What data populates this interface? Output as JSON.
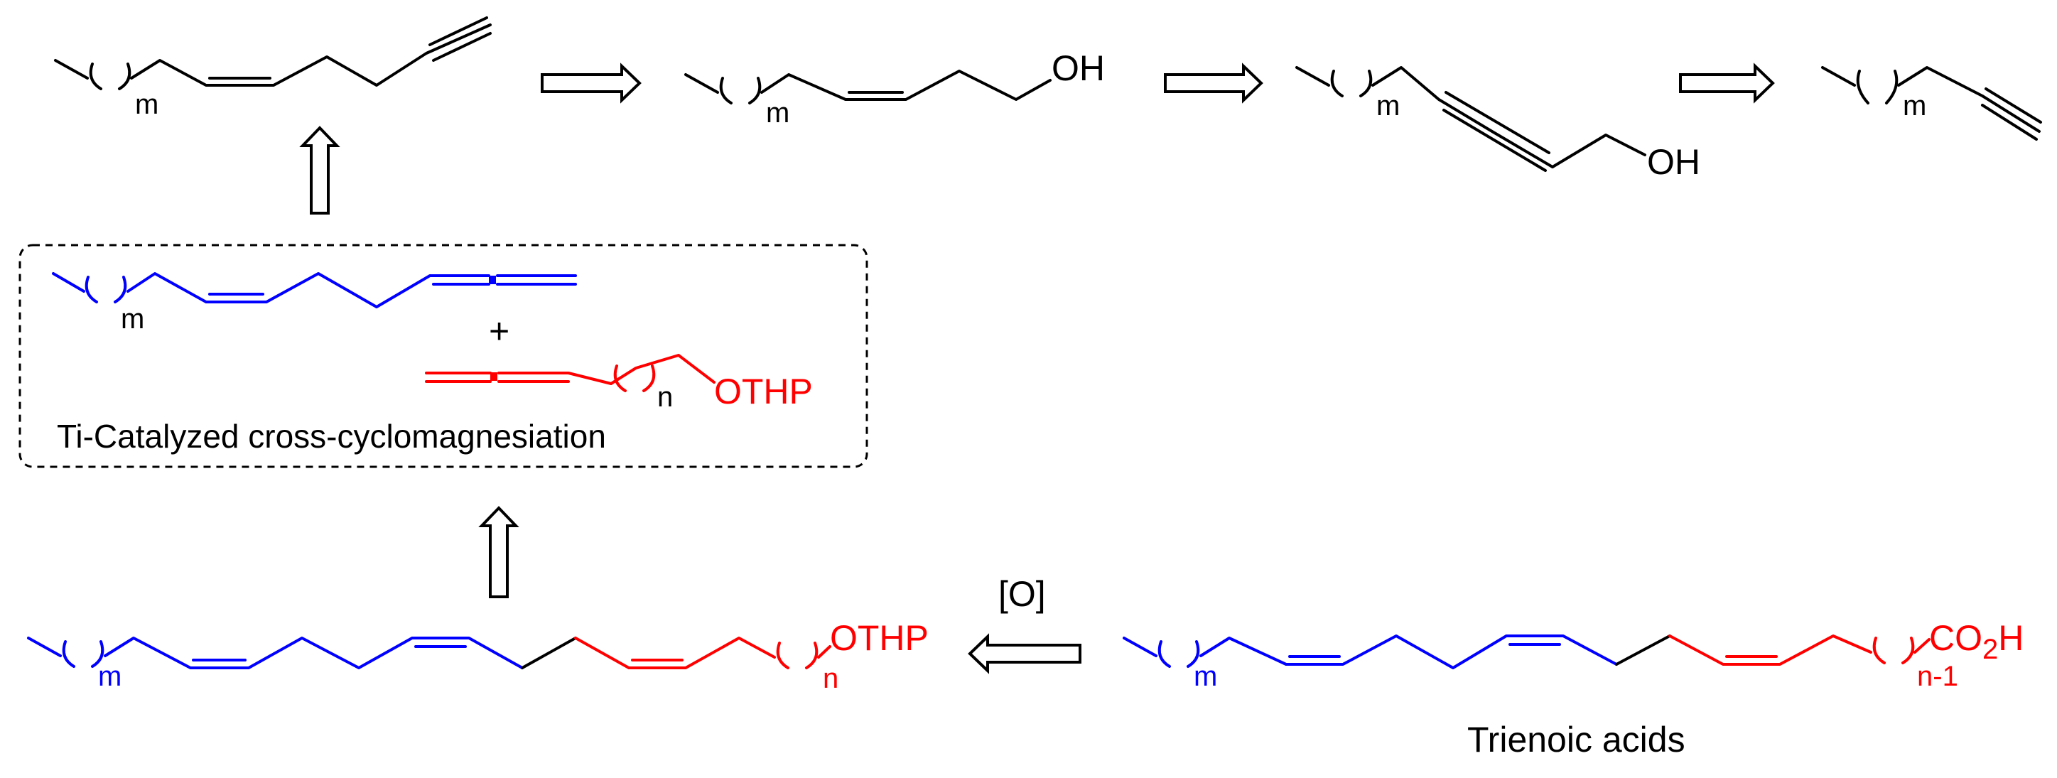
{
  "subscripts": {
    "m": "m",
    "n": "n",
    "n_minus_1": "n-1",
    "two": "2"
  },
  "groups": {
    "OH": "OH",
    "OTHP": "OTHP",
    "CO": "CO",
    "H": "H"
  },
  "symbols": {
    "plus": "+",
    "oxidation": "[O]"
  },
  "labels": {
    "box_caption": "Ti-Catalyzed cross-cyclomagnesiation",
    "target_caption": "Trienoic acids"
  },
  "colors": {
    "black": "#000000",
    "blue": "#0000ff",
    "red": "#ff0000"
  }
}
